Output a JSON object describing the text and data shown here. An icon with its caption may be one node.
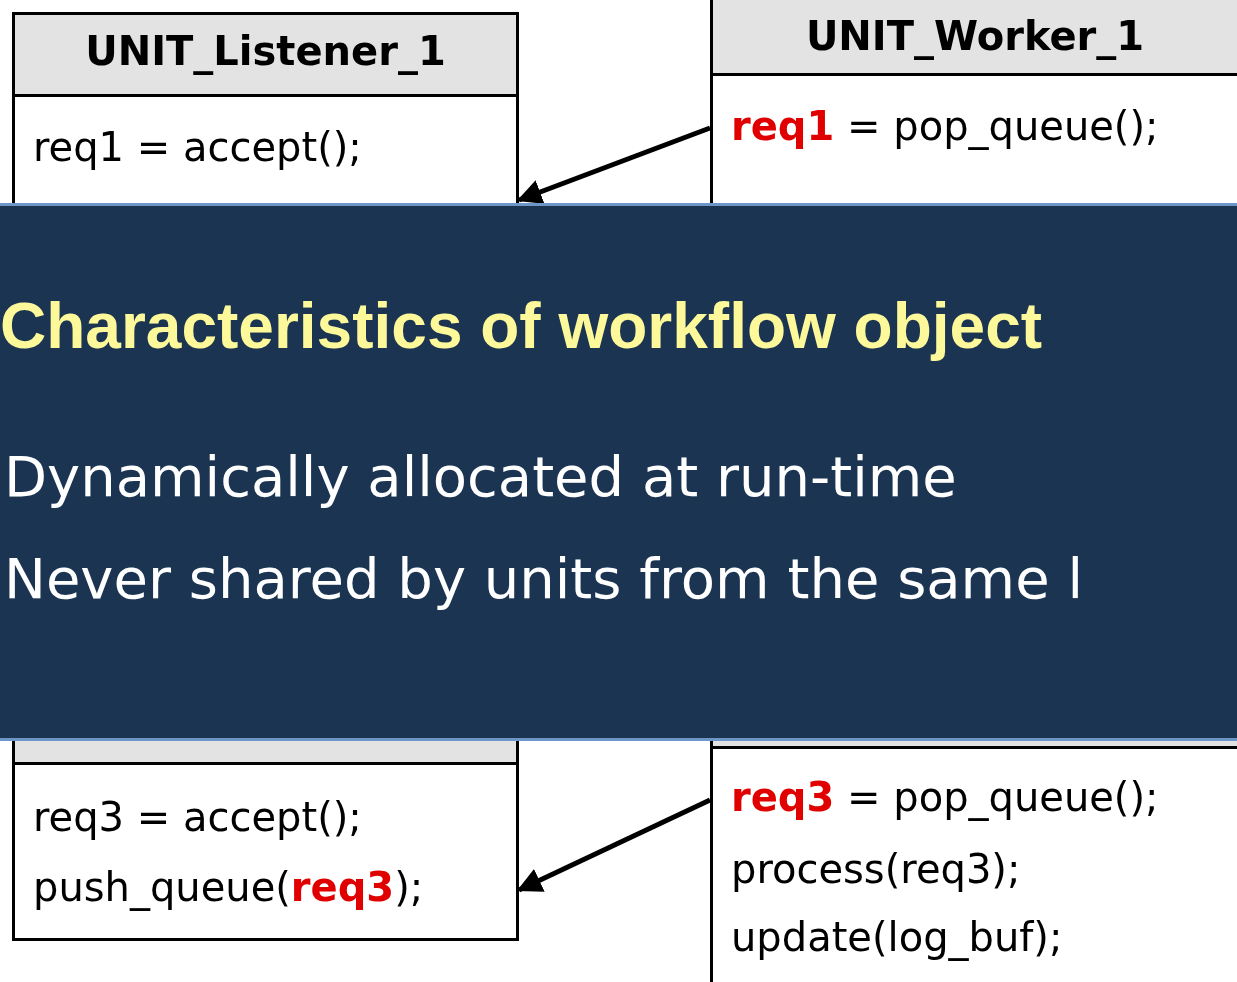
{
  "diagram": {
    "title": "Characteristics of workflow object",
    "nodes": [
      {
        "text": [
          "UNIT_Listener_1",
          "req1 = accept();"
        ]
      },
      {
        "text": [
          "UNIT_Worker_1",
          "**req1** = pop_queue();"
        ]
      },
      {
        "text": [
          "req3 = accept();",
          "push_queue(**req3**);"
        ]
      },
      {
        "text": [
          "**req3** = pop_queue();",
          "process(req3);",
          "update(log_buf);"
        ]
      }
    ],
    "edges": [
      {
        "from": 1,
        "to": 0,
        "arrow": "to"
      },
      {
        "from": 3,
        "to": 2,
        "arrow": "to"
      }
    ],
    "labels": [
      "Dynamically allocated at run-time",
      "Never shared by units from the same l"
    ]
  }
}
